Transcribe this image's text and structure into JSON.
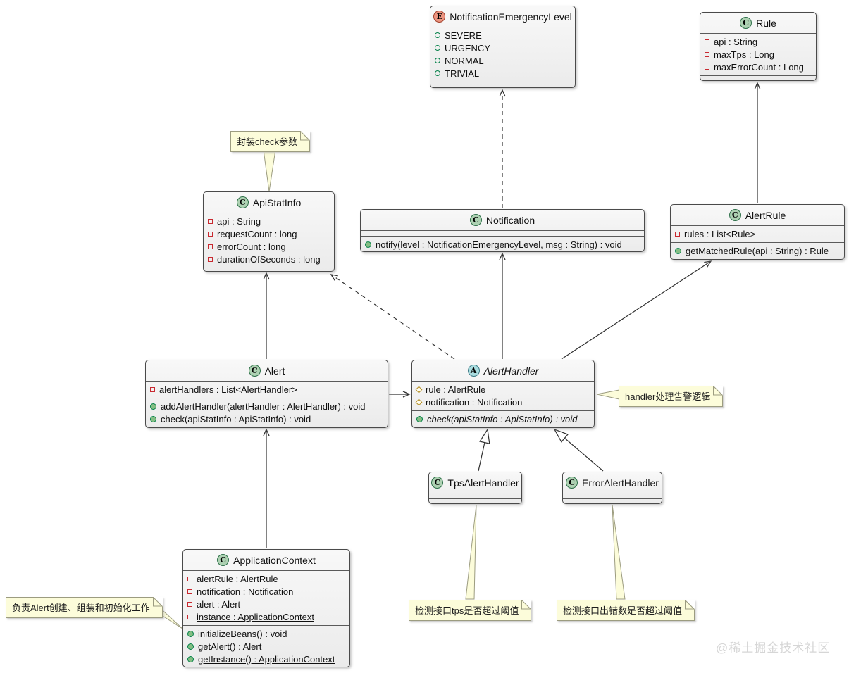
{
  "watermark": "@稀土掘金技术社区",
  "classes": {
    "emergency_level": {
      "icon": "E",
      "name": "NotificationEmergencyLevel",
      "constants": [
        "SEVERE",
        "URGENCY",
        "NORMAL",
        "TRIVIAL"
      ]
    },
    "rule": {
      "icon": "C",
      "name": "Rule",
      "attrs": [
        "api : String",
        "maxTps : Long",
        "maxErrorCount : Long"
      ]
    },
    "api_stat_info": {
      "icon": "C",
      "name": "ApiStatInfo",
      "attrs": [
        "api : String",
        "requestCount : long",
        "errorCount : long",
        "durationOfSeconds : long"
      ]
    },
    "notification": {
      "icon": "C",
      "name": "Notification",
      "methods": [
        "notify(level : NotificationEmergencyLevel, msg : String) : void"
      ]
    },
    "alert_rule": {
      "icon": "C",
      "name": "AlertRule",
      "attrs": [
        "rules : List<Rule>"
      ],
      "methods": [
        "getMatchedRule(api : String) : Rule"
      ]
    },
    "alert": {
      "icon": "C",
      "name": "Alert",
      "attrs": [
        "alertHandlers : List<AlertHandler>"
      ],
      "methods": [
        "addAlertHandler(alertHandler : AlertHandler) : void",
        "check(apiStatInfo : ApiStatInfo) : void"
      ]
    },
    "alert_handler": {
      "icon": "A",
      "name": "AlertHandler",
      "attrs": [
        "rule : AlertRule",
        "notification : Notification"
      ],
      "methods": [
        "check(apiStatInfo : ApiStatInfo) : void"
      ]
    },
    "tps_alert_handler": {
      "icon": "C",
      "name": "TpsAlertHandler"
    },
    "error_alert_handler": {
      "icon": "C",
      "name": "ErrorAlertHandler"
    },
    "application_context": {
      "icon": "C",
      "name": "ApplicationContext",
      "attrs": [
        "alertRule : AlertRule",
        "notification : Notification",
        "alert : Alert",
        "instance : ApplicationContext"
      ],
      "methods": [
        "initializeBeans() : void",
        "getAlert() : Alert",
        "getInstance() : ApplicationContext"
      ]
    }
  },
  "notes": {
    "check_params": "封装check参数",
    "handler_logic": "handler处理告警逻辑",
    "app_context": "负责Alert创建、组装和初始化工作",
    "tps_note": "检测接口tps是否超过阈值",
    "error_note": "检测接口出错数是否超过阈值"
  },
  "colors": {
    "class_spot": "#ADD1B2",
    "enum_spot": "#EB937F",
    "abstract_spot": "#A9DCDF",
    "note_fill": "#FCFCDA",
    "private_icon": "#C82930",
    "public_icon": "#84BE84",
    "protected_icon": "#B38D22"
  }
}
